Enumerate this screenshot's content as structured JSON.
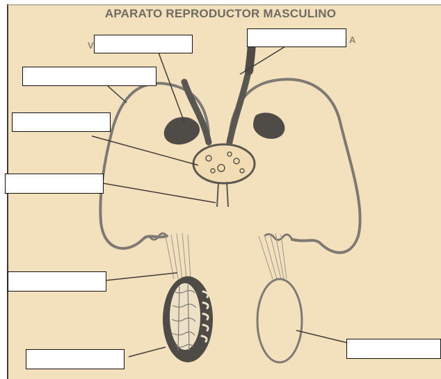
{
  "title": "APARATO REPRODUCTOR MASCULINO",
  "fragments": {
    "left": "V",
    "right": "A"
  },
  "colors": {
    "paper": "#f3e1bd",
    "ink": "#7d7a74",
    "dark": "#4f4b47",
    "label_box_fill": "#ffffff",
    "label_box_border": "#111111"
  },
  "labels": [
    {
      "id": "label-1",
      "text": ""
    },
    {
      "id": "label-2",
      "text": ""
    },
    {
      "id": "label-3",
      "text": ""
    },
    {
      "id": "label-4",
      "text": ""
    },
    {
      "id": "label-5",
      "text": ""
    },
    {
      "id": "label-6",
      "text": ""
    },
    {
      "id": "label-7",
      "text": ""
    },
    {
      "id": "label-8",
      "text": ""
    }
  ]
}
